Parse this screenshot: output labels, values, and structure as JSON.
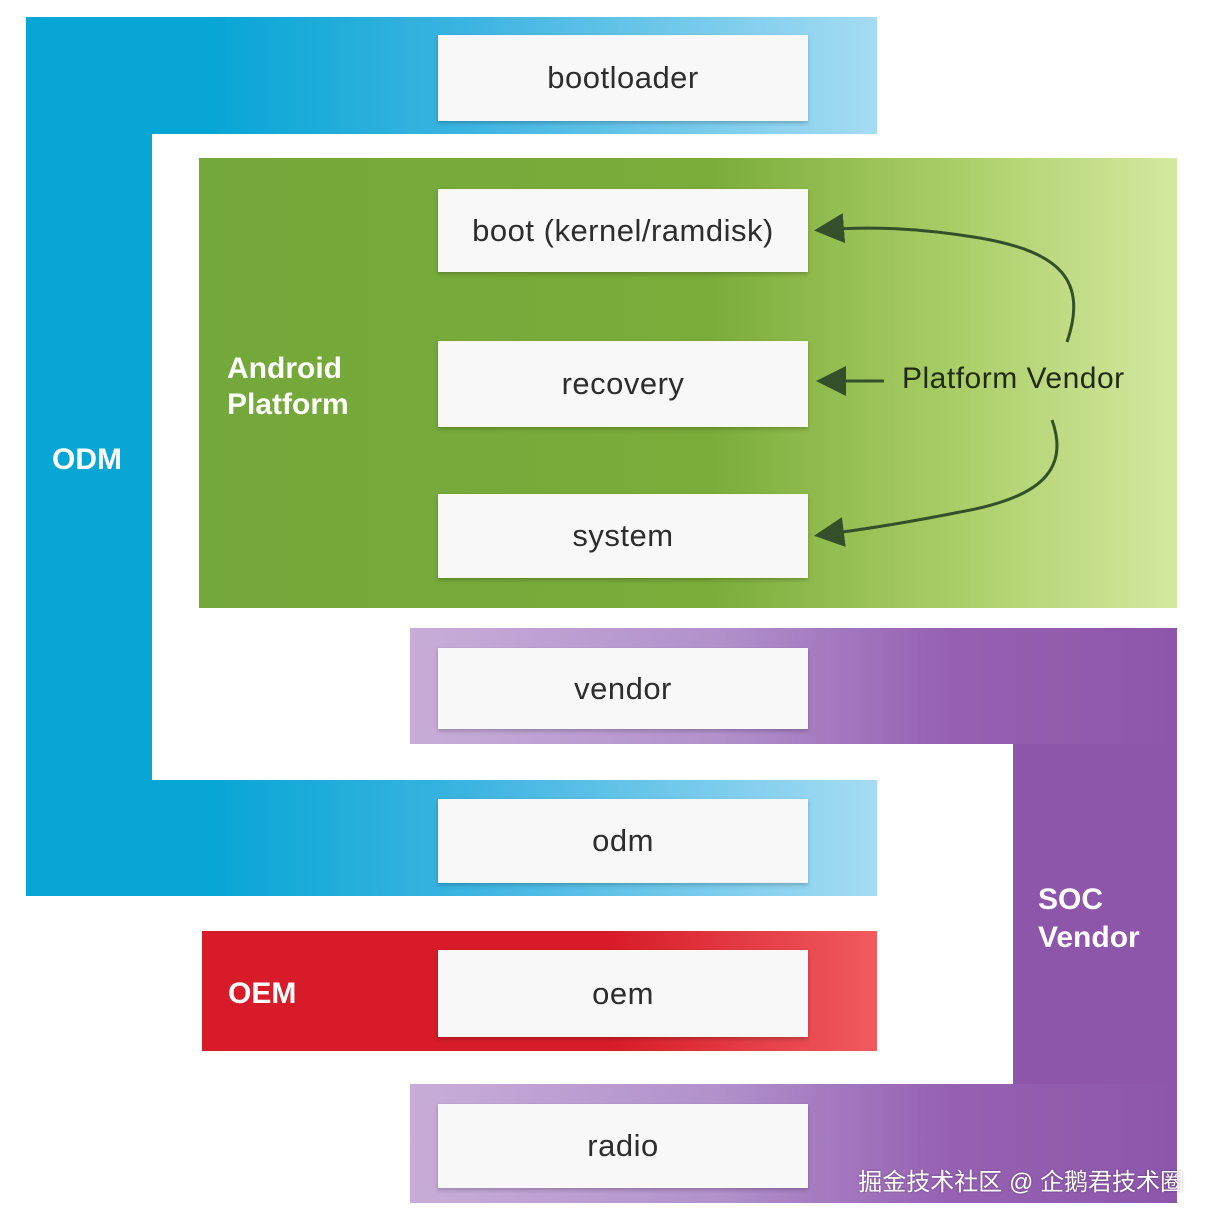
{
  "groups": {
    "odm": {
      "label": "ODM",
      "color": "#08a6d5"
    },
    "android_platform": {
      "label_line1": "Android",
      "label_line2": "Platform",
      "color": "#7aac3a"
    },
    "soc_vendor": {
      "label_line1": "SOC",
      "label_line2": "Vendor",
      "color": "#8d56ab"
    },
    "oem": {
      "label": "OEM",
      "color": "#d71b28"
    }
  },
  "partitions": {
    "bootloader": "bootloader",
    "boot": "boot (kernel/ramdisk)",
    "recovery": "recovery",
    "system": "system",
    "vendor": "vendor",
    "odm": "odm",
    "oem": "oem",
    "radio": "radio"
  },
  "platform_vendor": {
    "label": "Platform Vendor",
    "arrow_targets": [
      "boot",
      "recovery",
      "system"
    ],
    "arrow_color": "#34502a"
  },
  "watermark": "掘金技术社区 @ 企鹅君技术圈"
}
